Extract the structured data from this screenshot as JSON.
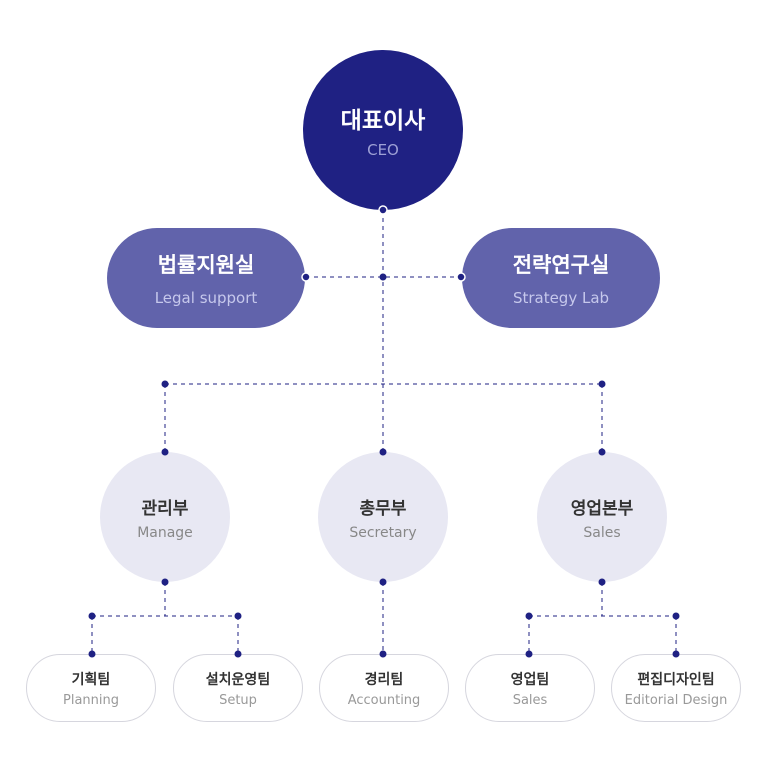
{
  "colors": {
    "ceo": "#1f2183",
    "division": "#6163ab",
    "department": "#e8e8f3",
    "team_border": "#d6d6de",
    "connector": "#1f2183",
    "dot": "#1f2183"
  },
  "ceo": {
    "name_ko": "대표이사",
    "name_en": "CEO"
  },
  "offices": [
    {
      "name_ko": "법률지원실",
      "name_en": "Legal support"
    },
    {
      "name_ko": "전략연구실",
      "name_en": "Strategy Lab"
    }
  ],
  "departments": [
    {
      "name_ko": "관리부",
      "name_en": "Manage"
    },
    {
      "name_ko": "총무부",
      "name_en": "Secretary"
    },
    {
      "name_ko": "영업본부",
      "name_en": "Sales"
    }
  ],
  "teams": [
    {
      "name_ko": "기획팀",
      "name_en": "Planning"
    },
    {
      "name_ko": "설치운영팀",
      "name_en": "Setup"
    },
    {
      "name_ko": "경리팀",
      "name_en": "Accounting"
    },
    {
      "name_ko": "영업팀",
      "name_en": "Sales"
    },
    {
      "name_ko": "편집디자인팀",
      "name_en": "Editorial Design"
    }
  ]
}
